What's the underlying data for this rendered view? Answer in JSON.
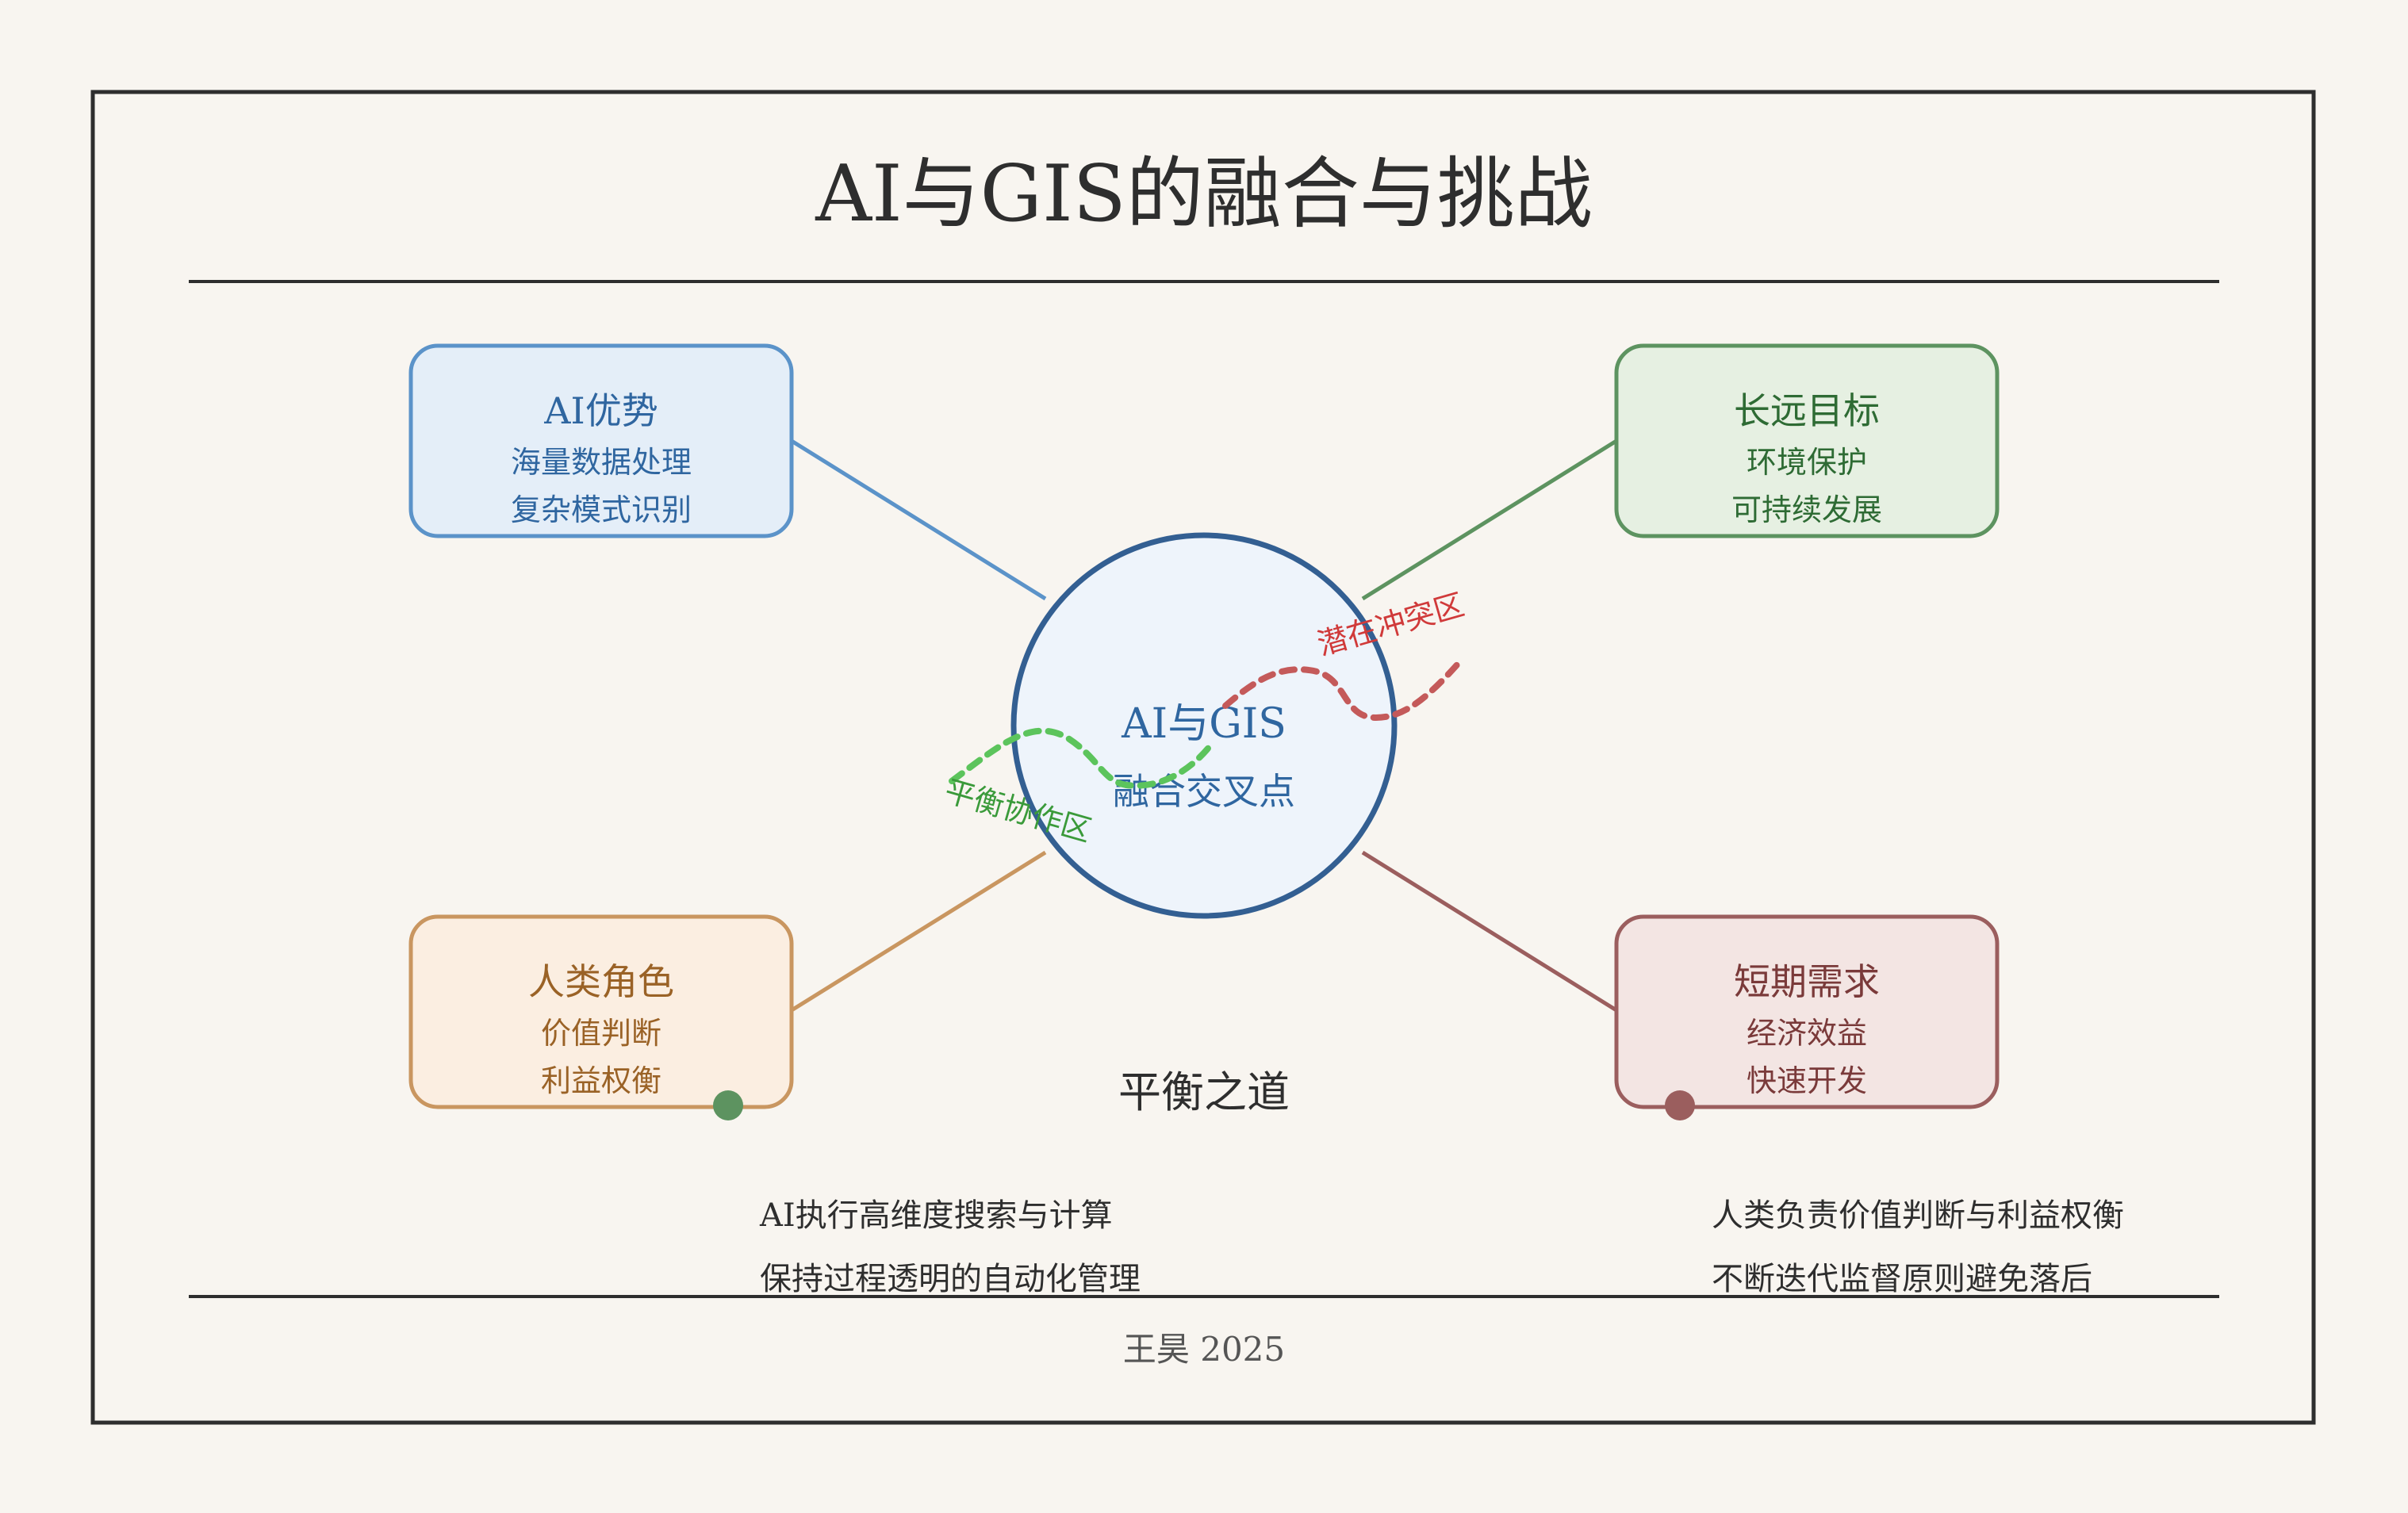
{
  "title": "AI与GIS的融合与挑战",
  "colors": {
    "background": "#f8f5f0",
    "frame": "#2e2e2e",
    "blue": "#5b93c9",
    "blue_fill": "#e4eef8",
    "blue_text": "#2f66a0",
    "green": "#5d9360",
    "green_fill": "#e6f0e2",
    "green_text": "#2e6b34",
    "orange": "#c99660",
    "orange_fill": "#fbeee1",
    "orange_text": "#9a6226",
    "red": "#9b5e5e",
    "red_fill": "#f3e5e3",
    "red_text": "#7a3a3a",
    "center_stroke": "#335f92",
    "center_fill": "#eef4fb",
    "harmony_wave": "#5cc45c",
    "conflict_wave": "#c45a5a"
  },
  "boxes": {
    "ai_strengths": {
      "title": "AI优势",
      "line1": "海量数据处理",
      "line2": "复杂模式识别"
    },
    "long_term": {
      "title": "长远目标",
      "line1": "环境保护",
      "line2": "可持续发展"
    },
    "human_role": {
      "title": "人类角色",
      "line1": "价值判断",
      "line2": "利益权衡"
    },
    "short_term": {
      "title": "短期需求",
      "line1": "经济效益",
      "line2": "快速开发"
    }
  },
  "center": {
    "line1": "AI与GIS",
    "line2": "融合交叉点"
  },
  "zones": {
    "conflict": "潜在冲突区",
    "harmony": "平衡协作区"
  },
  "balance_title": "平衡之道",
  "notes": {
    "left": [
      "AI执行高维度搜索与计算",
      "保持过程透明的自动化管理"
    ],
    "right": [
      "人类负责价值判断与利益权衡",
      "不断迭代监督原则避免落后"
    ]
  },
  "footer": "王昊 2025"
}
